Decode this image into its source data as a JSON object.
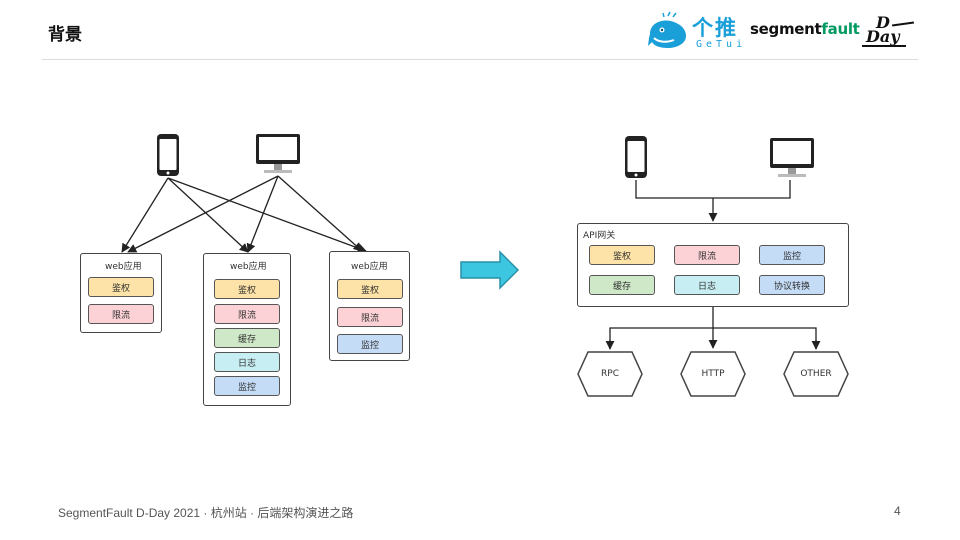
{
  "slide": {
    "title": "背景",
    "footer": "SegmentFault D-Day 2021 · 杭州站 · 后端架构演进之路",
    "page_number": "4"
  },
  "logos": {
    "getui_cn": "个推",
    "getui_en": "GeTui",
    "segmentfault_a": "segment",
    "segmentfault_b": "fault",
    "dday_d": "D",
    "dday_day": "Day"
  },
  "left": {
    "apps": [
      {
        "label": "web应用",
        "items": [
          {
            "text": "鉴权",
            "color": "orange"
          },
          {
            "text": "限流",
            "color": "pink"
          }
        ]
      },
      {
        "label": "web应用",
        "items": [
          {
            "text": "鉴权",
            "color": "orange"
          },
          {
            "text": "限流",
            "color": "pink"
          },
          {
            "text": "缓存",
            "color": "green"
          },
          {
            "text": "日志",
            "color": "cyan"
          },
          {
            "text": "监控",
            "color": "blue"
          }
        ]
      },
      {
        "label": "web应用",
        "items": [
          {
            "text": "鉴权",
            "color": "orange"
          },
          {
            "text": "限流",
            "color": "pink"
          },
          {
            "text": "监控",
            "color": "blue"
          }
        ]
      }
    ]
  },
  "right": {
    "gateway": {
      "label": "API网关",
      "items": [
        {
          "text": "鉴权",
          "color": "orange"
        },
        {
          "text": "限流",
          "color": "pink"
        },
        {
          "text": "监控",
          "color": "blue"
        },
        {
          "text": "缓存",
          "color": "green"
        },
        {
          "text": "日志",
          "color": "cyan"
        },
        {
          "text": "协议转换",
          "color": "blue"
        }
      ]
    },
    "backends": [
      "RPC",
      "HTTP",
      "OTHER"
    ]
  },
  "colors": {
    "arrow": "#3cc6e0",
    "line": "#222222"
  }
}
